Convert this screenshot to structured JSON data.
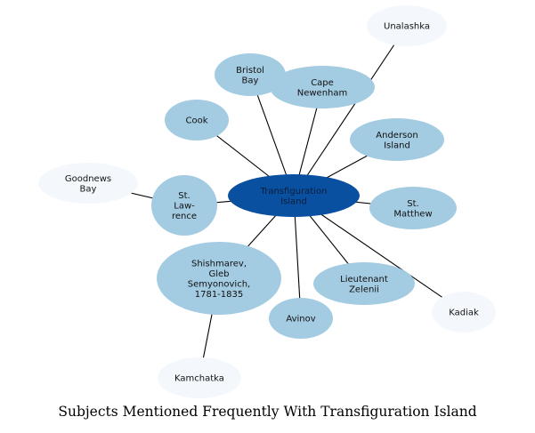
{
  "caption": "Subjects Mentioned Frequently With Transfiguration Island",
  "colors": {
    "center_fill": "#0a50a0",
    "primary_fill": "#a3cbe2",
    "secondary_fill": "#f4f8fd",
    "edge": "#000000"
  },
  "center": {
    "id": "transfiguration-island",
    "lines": [
      "Transfiguration",
      "Island"
    ]
  },
  "nodes": [
    {
      "id": "unalashka",
      "tier": "secondary",
      "lines": [
        "Unalashka"
      ]
    },
    {
      "id": "bristol-bay",
      "tier": "primary",
      "lines": [
        "Bristol",
        "Bay"
      ]
    },
    {
      "id": "cape-newenham",
      "tier": "primary",
      "lines": [
        "Cape",
        "Newenham"
      ]
    },
    {
      "id": "cook",
      "tier": "primary",
      "lines": [
        "Cook"
      ]
    },
    {
      "id": "anderson-island",
      "tier": "primary",
      "lines": [
        "Anderson",
        "Island"
      ]
    },
    {
      "id": "goodnews-bay",
      "tier": "secondary",
      "lines": [
        "Goodnews",
        "Bay"
      ]
    },
    {
      "id": "st-lawrence",
      "tier": "primary",
      "lines": [
        "St.",
        "Law-",
        "rence"
      ]
    },
    {
      "id": "st-matthew",
      "tier": "primary",
      "lines": [
        "St.",
        "Matthew"
      ]
    },
    {
      "id": "shishmarev",
      "tier": "primary",
      "lines": [
        "Shishmarev,",
        "Gleb",
        "Semyonovich,",
        "1781-1835"
      ]
    },
    {
      "id": "lieutenant-zelenii",
      "tier": "primary",
      "lines": [
        "Lieutenant",
        "Zelenii"
      ]
    },
    {
      "id": "kadiak",
      "tier": "secondary",
      "lines": [
        "Kadiak"
      ]
    },
    {
      "id": "avinov",
      "tier": "primary",
      "lines": [
        "Avinov"
      ]
    },
    {
      "id": "kamchatka",
      "tier": "secondary",
      "lines": [
        "Kamchatka"
      ]
    }
  ],
  "edges": [
    [
      "transfiguration-island",
      "unalashka"
    ],
    [
      "transfiguration-island",
      "bristol-bay"
    ],
    [
      "transfiguration-island",
      "cape-newenham"
    ],
    [
      "transfiguration-island",
      "cook"
    ],
    [
      "transfiguration-island",
      "anderson-island"
    ],
    [
      "transfiguration-island",
      "st-lawrence"
    ],
    [
      "transfiguration-island",
      "st-matthew"
    ],
    [
      "transfiguration-island",
      "shishmarev"
    ],
    [
      "transfiguration-island",
      "lieutenant-zelenii"
    ],
    [
      "transfiguration-island",
      "kadiak"
    ],
    [
      "transfiguration-island",
      "avinov"
    ],
    [
      "st-lawrence",
      "goodnews-bay"
    ],
    [
      "shishmarev",
      "kamchatka"
    ]
  ]
}
